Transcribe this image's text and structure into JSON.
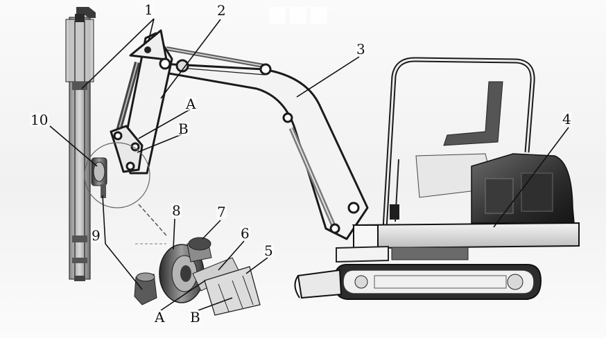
{
  "diagram": {
    "callouts": [
      "1",
      "2",
      "3",
      "4",
      "5",
      "6",
      "7",
      "8",
      "9",
      "10",
      "A",
      "B",
      "A",
      "B"
    ]
  },
  "colors": {
    "ink": "#111111",
    "metal_dark": "#3f3f3f",
    "metal_mid": "#9a9a9a",
    "metal_light": "#e6e6e6",
    "cab_dark": "#2a2a2a",
    "background": "#f4f4f4"
  }
}
